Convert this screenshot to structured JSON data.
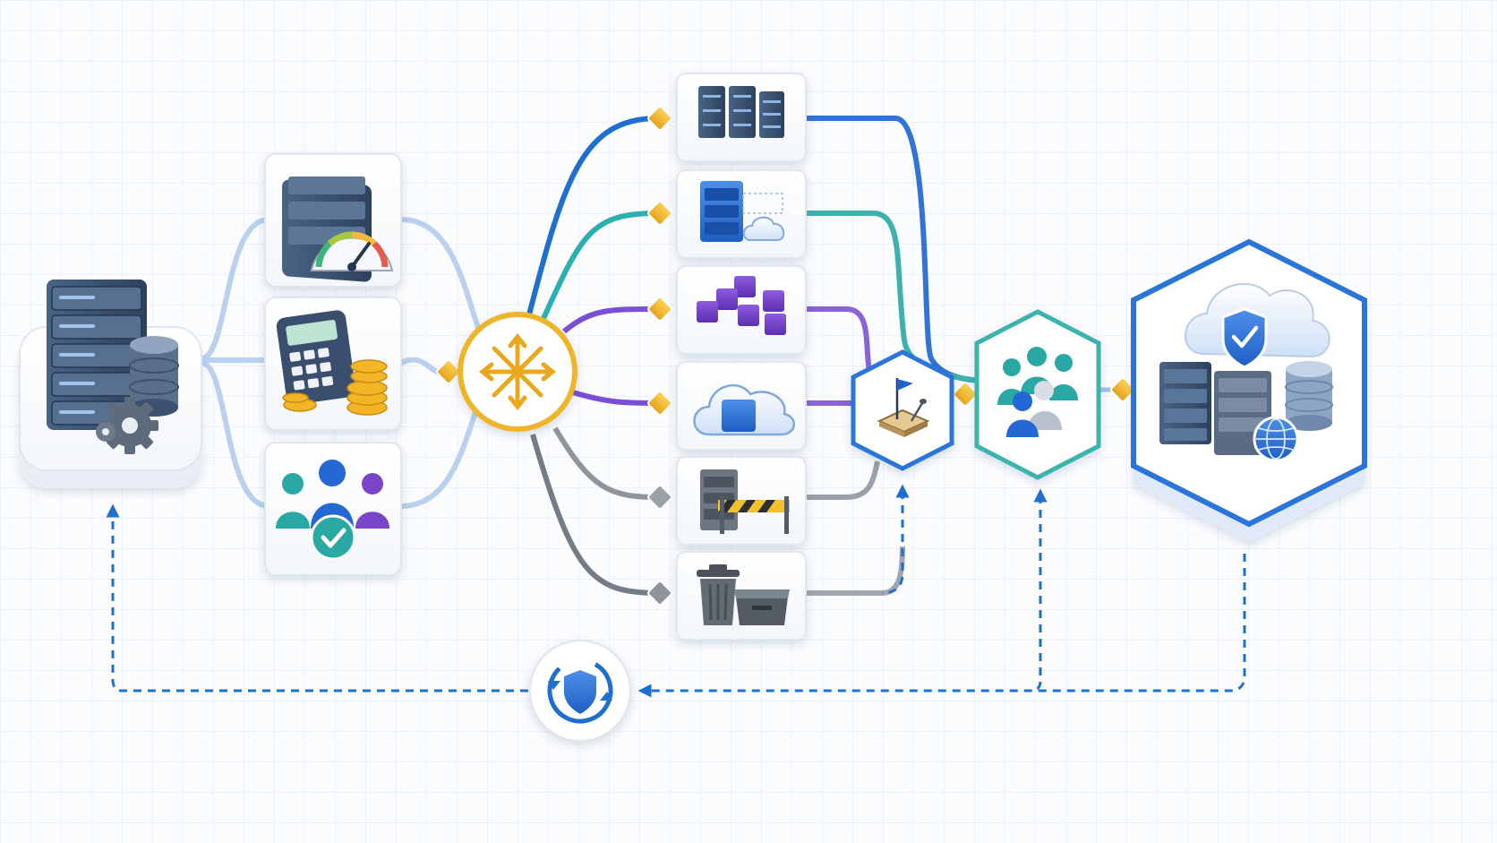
{
  "diagram": {
    "nodes": [
      {
        "id": "source-server",
        "icon": "server-database-gear-icon"
      },
      {
        "id": "performance",
        "icon": "server-gauge-icon"
      },
      {
        "id": "cost",
        "icon": "calculator-coins-icon"
      },
      {
        "id": "stakeholders",
        "icon": "people-check-icon"
      },
      {
        "id": "router",
        "icon": "distribute-arrows-icon"
      },
      {
        "id": "rehost",
        "icon": "servers-icon"
      },
      {
        "id": "replatform",
        "icon": "server-cloud-icon"
      },
      {
        "id": "refactor",
        "icon": "cubes-icon"
      },
      {
        "id": "repurchase",
        "icon": "cloud-cube-icon"
      },
      {
        "id": "retain",
        "icon": "server-barrier-icon"
      },
      {
        "id": "retire",
        "icon": "trash-box-icon"
      },
      {
        "id": "pilot",
        "icon": "sandbox-flag-icon"
      },
      {
        "id": "team",
        "icon": "people-group-icon"
      },
      {
        "id": "target-cloud",
        "icon": "cloud-shield-datacenter-icon"
      },
      {
        "id": "feedback-loop",
        "icon": "shield-cycle-icon"
      }
    ],
    "colors": {
      "primary_blue": "#1f6fd1",
      "light_blue": "#a9c8ee",
      "teal": "#2ab0b0",
      "purple": "#7a4fd6",
      "gray": "#7d858f",
      "gold": "#f0b020",
      "navy": "#2f4a6e"
    }
  }
}
